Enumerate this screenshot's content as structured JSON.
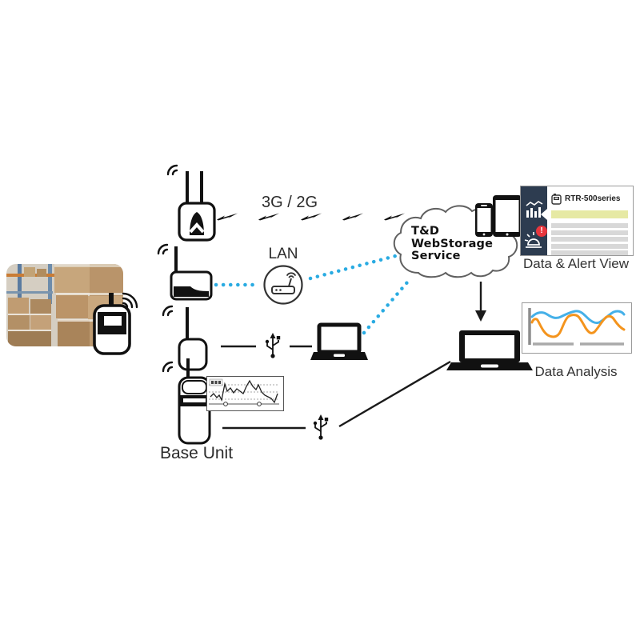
{
  "labels": {
    "network": "3G / 2G",
    "lan": "LAN",
    "base_unit": "Base Unit",
    "data_alert_view": "Data & Alert View",
    "data_analysis": "Data Analysis"
  },
  "cloud": {
    "line1": "T&D",
    "line2": "WebStorage",
    "line3": "Service"
  },
  "alert_panel": {
    "device_series": "RTR-500series",
    "badge": "!"
  },
  "colors": {
    "link_dotted_blue": "#29abe2",
    "panel_navy": "#2d3c50",
    "alert_red": "#e8363d",
    "highlight_row_yellow": "#e6e9a4",
    "row_gray": "#d8d8d8",
    "chart_blue": "#45b0e8",
    "chart_orange": "#f4941d",
    "line_black": "#1a1a1a"
  },
  "icons": {
    "wifi_signal": "radiating-arcs",
    "lightning_link": "zigzag-bolt",
    "usb": "usb-trident",
    "lan_router": "router-in-circle",
    "smartphone": "phone-outline",
    "tablet": "tablet-outline",
    "laptop": "laptop",
    "bar_chart": "bars-with-trend",
    "alarm": "siren-with-rays",
    "arrow_down": "down-arrow",
    "data_logger": "handheld-logger"
  }
}
